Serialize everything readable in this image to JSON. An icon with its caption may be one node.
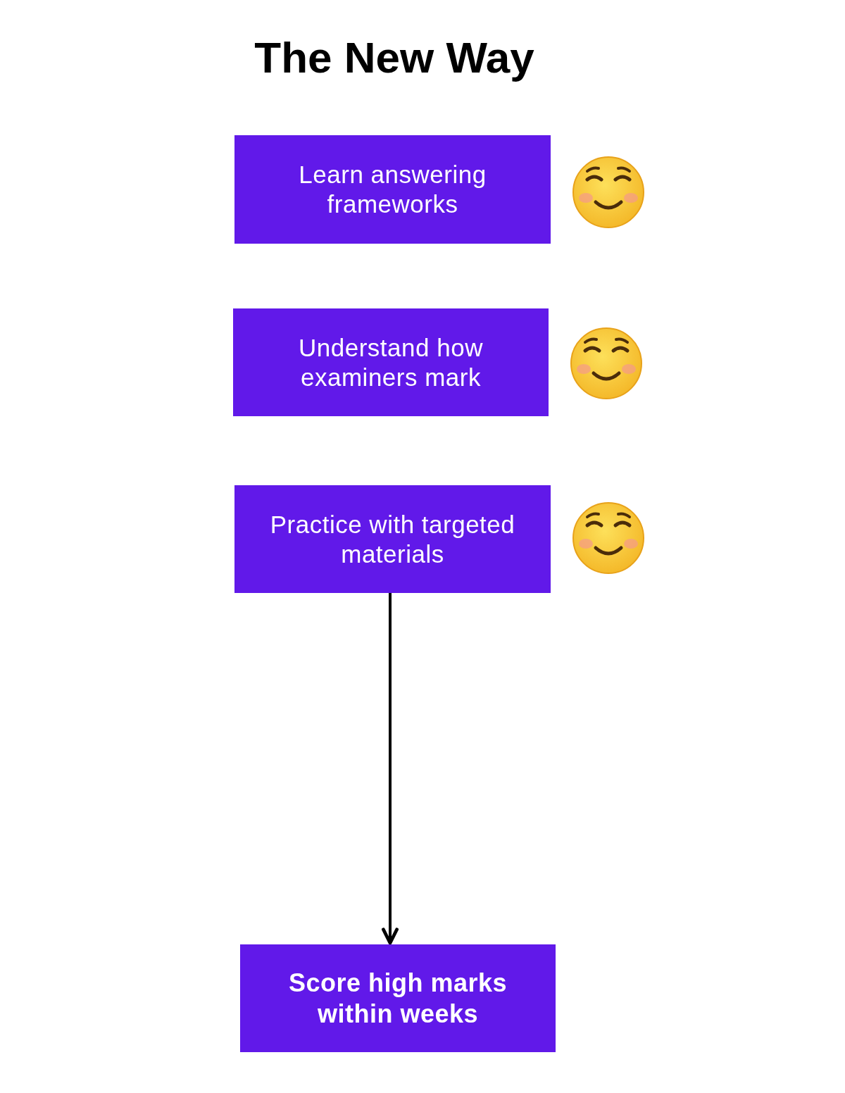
{
  "diagram": {
    "title": "The New Way",
    "nodes": [
      {
        "text": [
          "Learn answering frameworks"
        ]
      },
      {
        "text": [
          "Understand how examiners mark"
        ]
      },
      {
        "text": [
          "Practice with targeted materials"
        ]
      },
      {
        "text": [
          "Score high marks within weeks"
        ]
      }
    ],
    "edges": [
      {
        "from": 2,
        "to": 3,
        "arrow": "to"
      }
    ]
  }
}
